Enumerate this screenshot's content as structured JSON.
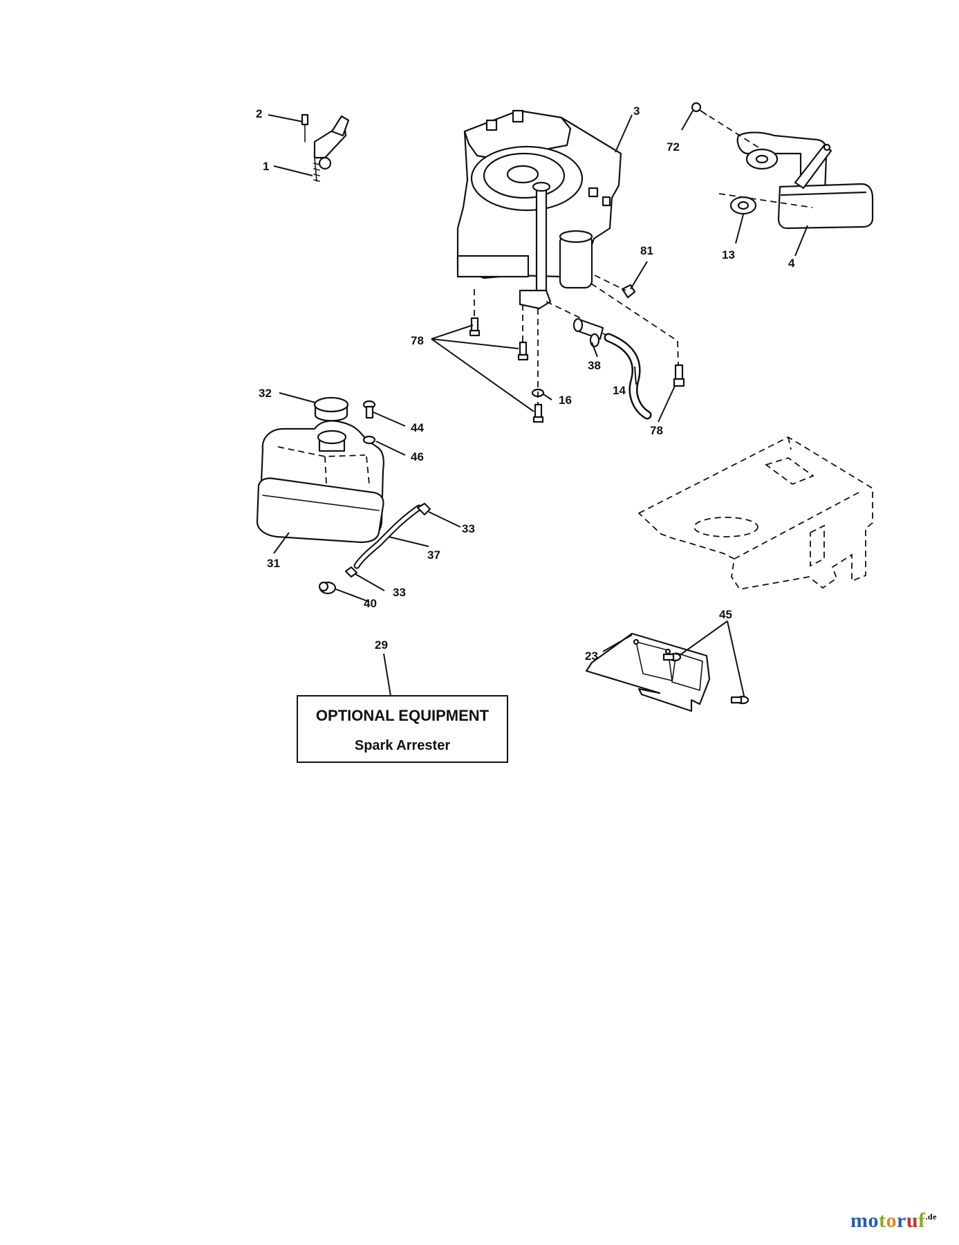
{
  "callouts": {
    "c1": "1",
    "c2": "2",
    "c3": "3",
    "c4": "4",
    "c13": "13",
    "c14": "14",
    "c16": "16",
    "c23": "23",
    "c29": "29",
    "c31": "31",
    "c32": "32",
    "c33a": "33",
    "c33b": "33",
    "c37": "37",
    "c38": "38",
    "c40": "40",
    "c44": "44",
    "c45": "45",
    "c46": "46",
    "c72": "72",
    "c78a": "78",
    "c78b": "78",
    "c81": "81"
  },
  "optional_box": {
    "title": "OPTIONAL EQUIPMENT",
    "subtitle": "Spark Arrester"
  },
  "watermark": {
    "text": "motoruf",
    "tld": ".de",
    "letter_colors": [
      "#2a5db0",
      "#2a5db0",
      "#8aa629",
      "#e08a1c",
      "#2a5db0",
      "#c2332a",
      "#8aa629"
    ]
  }
}
